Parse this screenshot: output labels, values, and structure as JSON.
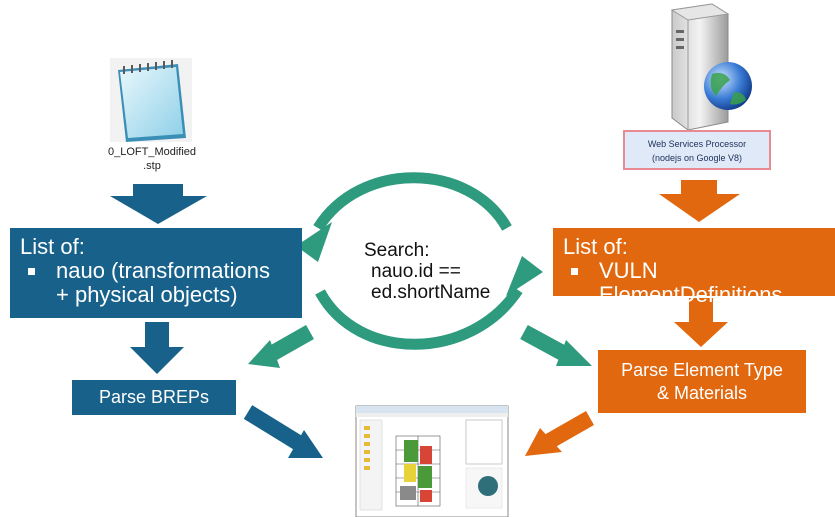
{
  "file": {
    "name_line1": "0_LOFT_Modified",
    "name_line2": ".stp",
    "icon": "notepad-file-icon"
  },
  "web_services": {
    "icon": "server-globe-icon",
    "line1": "Web Services Processor",
    "line2": "(nodejs on Google V8)"
  },
  "left_list": {
    "heading": "List of:",
    "item_line1": "nauo (transformations",
    "item_line2": "+ physical objects)"
  },
  "right_list": {
    "heading": "List of:",
    "item": "VULN ElementDefinitions"
  },
  "search": {
    "line1": "Search:",
    "line2": "nauo.id ==",
    "line3": "ed.shortName"
  },
  "parse_breps": "Parse BREPs",
  "parse_element": {
    "line1": "Parse Element Type",
    "line2": "& Materials"
  },
  "result": {
    "icon": "cad-application-screenshot-icon"
  },
  "colors": {
    "blue": "#17618a",
    "orange": "#e2680f",
    "teal": "#2e9a7e"
  }
}
